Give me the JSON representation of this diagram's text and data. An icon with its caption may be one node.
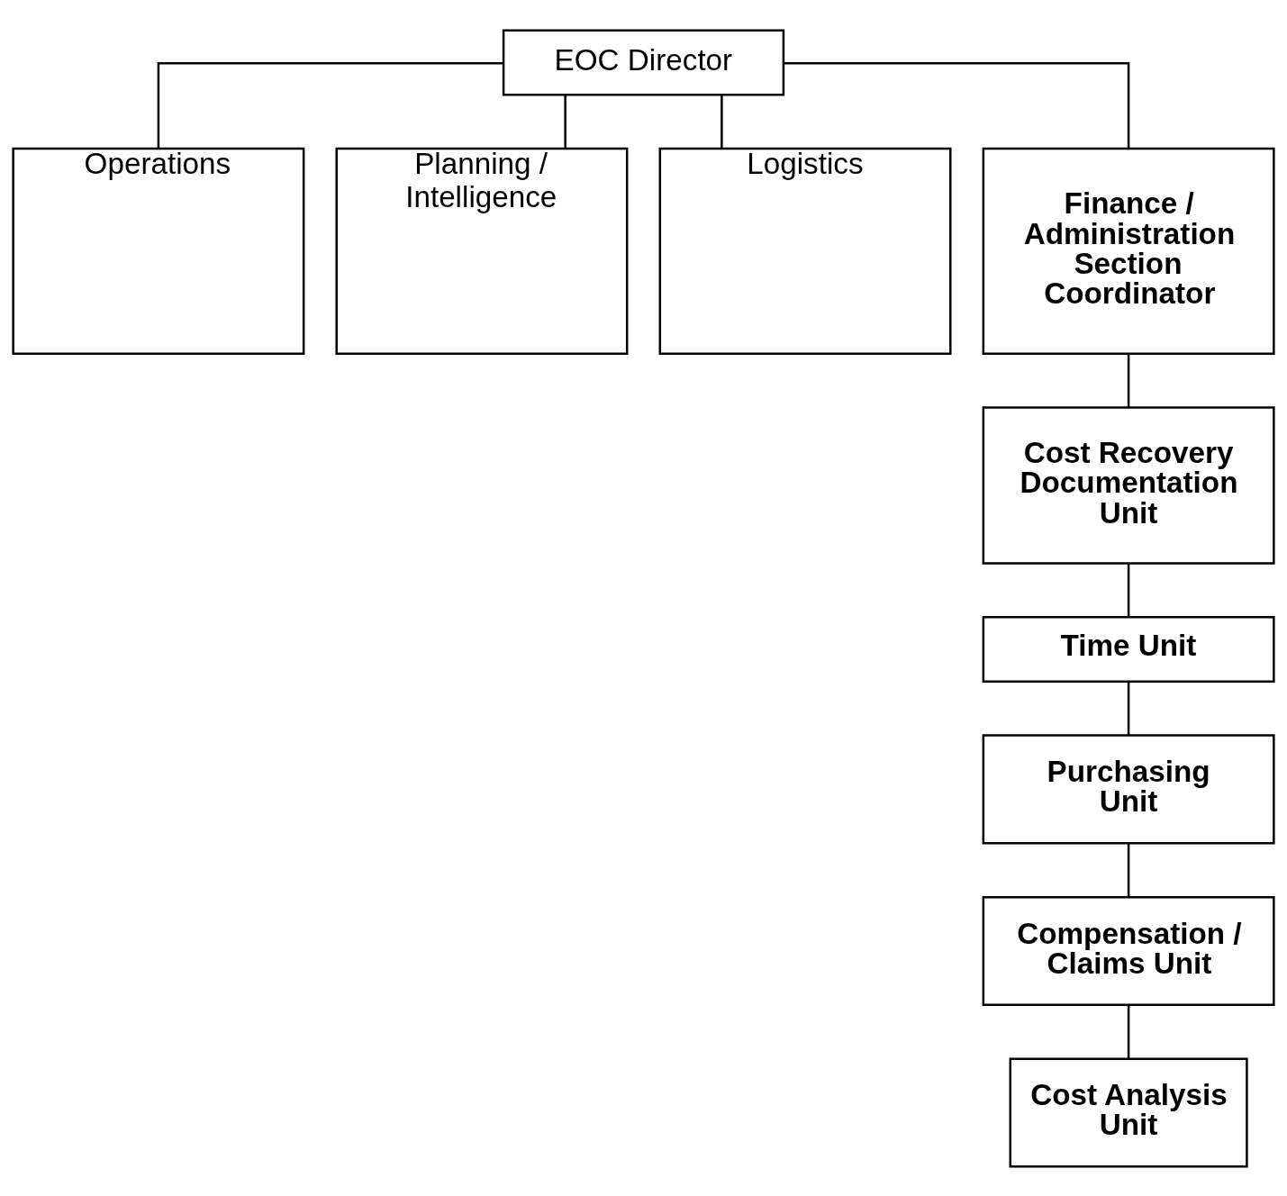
{
  "diagram": {
    "nodes": [
      {
        "text": [
          "EOC Director"
        ]
      },
      {
        "text": [
          "Operations"
        ]
      },
      {
        "text": [
          "Planning / Intelligence"
        ]
      },
      {
        "text": [
          "Logistics"
        ]
      },
      {
        "text": [
          "Finance / Administration Section Coordinator"
        ]
      },
      {
        "text": [
          "Cost Recovery Documentation Unit"
        ]
      },
      {
        "text": [
          "Time Unit"
        ]
      },
      {
        "text": [
          "Purchasing Unit"
        ]
      },
      {
        "text": [
          "Compensation / Claims Unit"
        ]
      },
      {
        "text": [
          "Cost Analysis Unit"
        ]
      }
    ],
    "edges": [
      {
        "from": 0,
        "to": 1,
        "arrow": "none"
      },
      {
        "from": 0,
        "to": 2,
        "arrow": "none"
      },
      {
        "from": 0,
        "to": 3,
        "arrow": "none"
      },
      {
        "from": 0,
        "to": 4,
        "arrow": "none"
      },
      {
        "from": 4,
        "to": 5,
        "arrow": "none"
      },
      {
        "from": 5,
        "to": 6,
        "arrow": "none"
      },
      {
        "from": 6,
        "to": 7,
        "arrow": "none"
      },
      {
        "from": 7,
        "to": 8,
        "arrow": "none"
      },
      {
        "from": 8,
        "to": 9,
        "arrow": "none"
      }
    ]
  }
}
